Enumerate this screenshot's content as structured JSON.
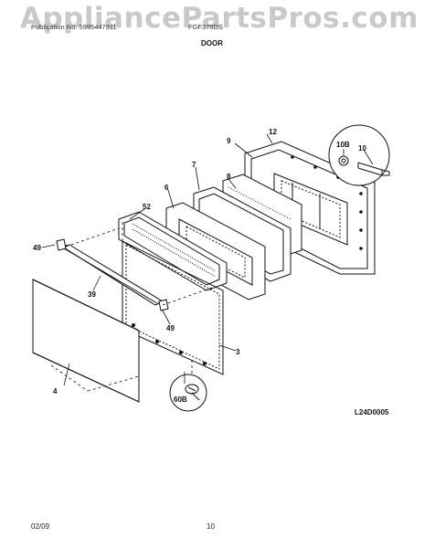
{
  "watermark": "AppliancePartsPros.com",
  "header": {
    "left": "Publication No. 5995447911",
    "right": "FGF379DS",
    "title": "DOOR"
  },
  "diagram_code": "L24D0005",
  "footer": {
    "date": "02/09",
    "page": "10"
  },
  "callouts": {
    "c3": "3",
    "c4": "4",
    "c6": "6",
    "c7": "7",
    "c8": "8",
    "c9": "9",
    "c10": "10",
    "c10b": "10B",
    "c12": "12",
    "c39": "39",
    "c49a": "49",
    "c49b": "49",
    "c52": "52",
    "c60b": "60B"
  }
}
